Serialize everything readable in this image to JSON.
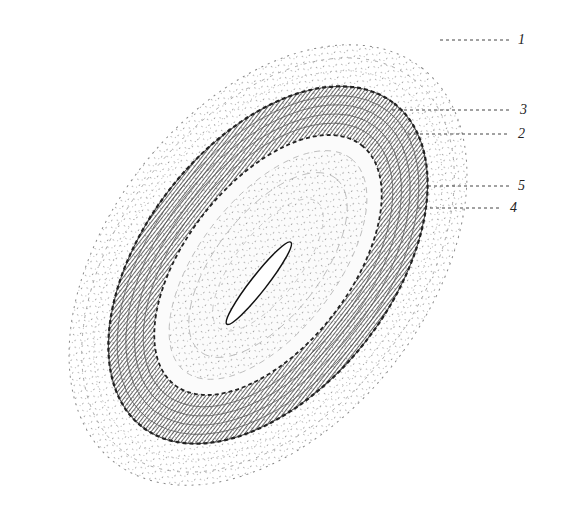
{
  "diagram": {
    "labels": [
      "1",
      "3",
      "2",
      "5",
      "4"
    ]
  }
}
